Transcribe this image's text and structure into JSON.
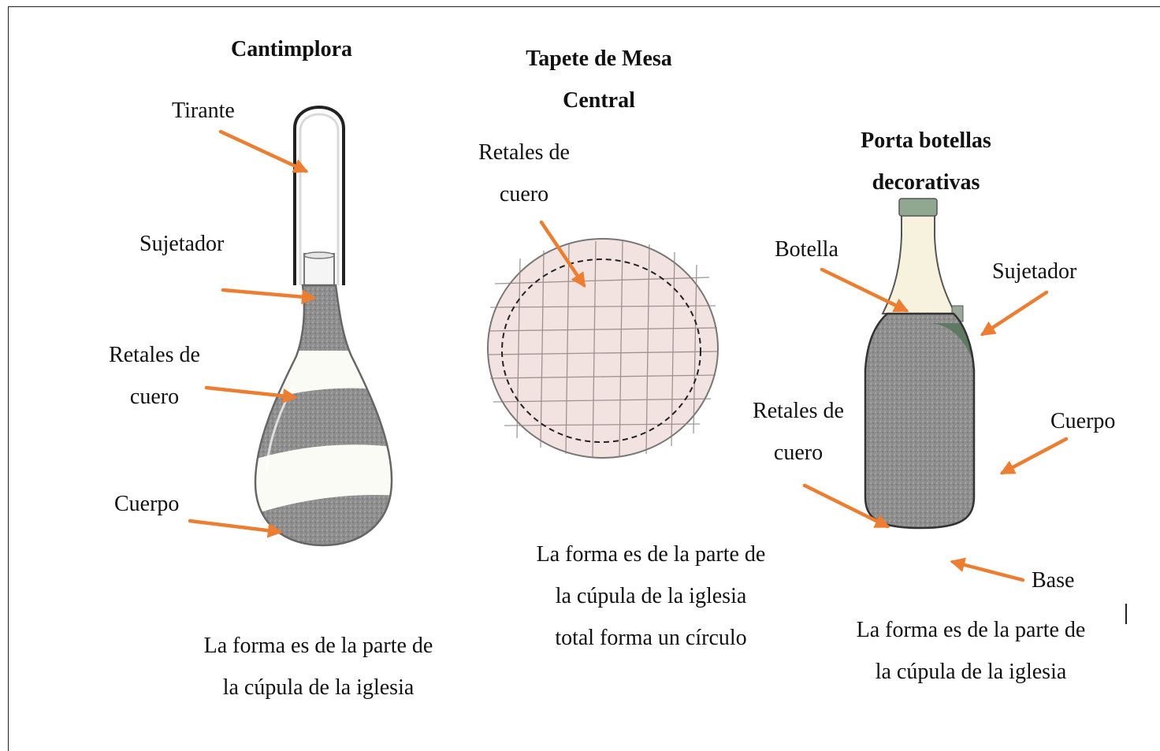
{
  "cantimplora": {
    "title": "Cantimplora",
    "label_tirante": "Tirante",
    "label_sujetador": "Sujetador",
    "label_retales_1": "Retales de",
    "label_retales_2": "cuero",
    "label_cuerpo": "Cuerpo",
    "caption_1": "La forma es de la parte de",
    "caption_2": "la cúpula de la iglesia"
  },
  "tapete": {
    "title_1": "Tapete de Mesa",
    "title_2": "Central",
    "label_retales_1": "Retales de",
    "label_retales_2": "cuero",
    "caption_1": "La forma es de la parte de",
    "caption_2": "la cúpula de la iglesia",
    "caption_3": "total forma un círculo"
  },
  "porta": {
    "title_1": "Porta botellas",
    "title_2": "decorativas",
    "label_botella": "Botella",
    "label_sujetador": "Sujetador",
    "label_retales_1": "Retales de",
    "label_retales_2": "cuero",
    "label_cuerpo": "Cuerpo",
    "label_base": "Base",
    "caption_1": "La forma es de la parte de",
    "caption_2": "la cúpula de la iglesia"
  },
  "colors": {
    "arrow": "#ed7d31",
    "leather_dark": "#8f8f8f",
    "mat_fill": "#f3e3e0"
  }
}
